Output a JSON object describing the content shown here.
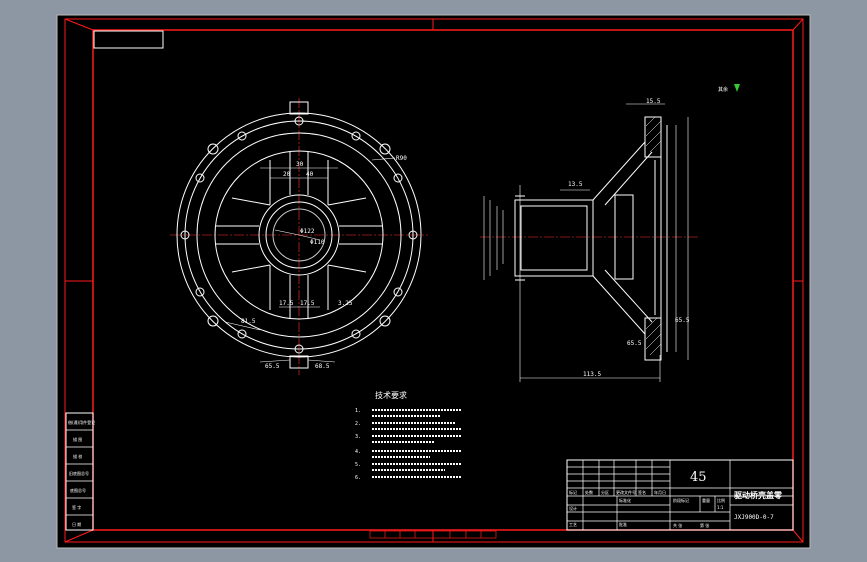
{
  "material": "45",
  "part_name": "驱动桥壳盖零",
  "drawing_no": "JXJ900D-0-7",
  "scale": "1:1",
  "tech_title": "技术要求",
  "tech_nums": [
    "1.",
    "2.",
    "3.",
    "4.",
    "5.",
    "6."
  ],
  "dims": {
    "d_r90": "R90",
    "d_phi122": "Φ122",
    "d_phi110": "Φ110",
    "d_17_5a": "17.5",
    "d_17_5b": "17.5",
    "d_3_25": "3.25",
    "d_81_5": "81.5",
    "d_65_5a": "65.5",
    "d_68_5": "68.5",
    "d_20": "20",
    "d_30": "30",
    "d_40": "40",
    "d_13_5": "13.5",
    "d_113_5": "113.5",
    "d_65_5b": "65.5",
    "d_65_5c": "65.5",
    "d_15_5": "15.5"
  },
  "side_labels": [
    "借(通)用件登记",
    "描 图",
    "描 校",
    "旧底图总号",
    "底图总号",
    "签 字",
    "日 期"
  ],
  "title_rows": [
    "标记",
    "处数",
    "分区",
    "更改文件号",
    "签名",
    "年月日"
  ],
  "title_small": [
    "设计",
    "工艺",
    "标准化",
    "批准",
    "阶段标记",
    "重量",
    "比例",
    "共 张",
    "第 张"
  ]
}
